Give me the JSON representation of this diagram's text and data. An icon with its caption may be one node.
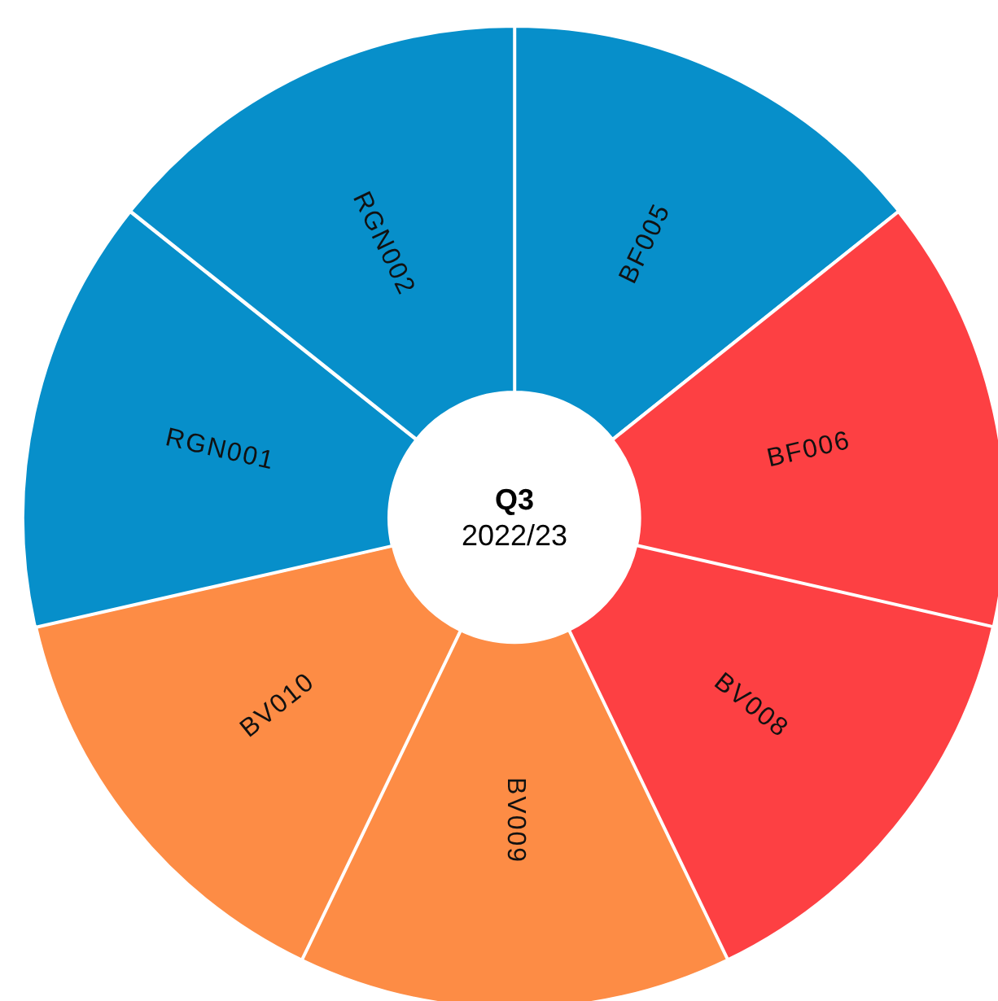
{
  "diagram": {
    "nodes": [
      {
        "text": [
          "Q3",
          "2022/23"
        ]
      },
      {
        "text": [
          "BF005"
        ]
      },
      {
        "text": [
          "BF006"
        ]
      },
      {
        "text": [
          "BV008"
        ]
      },
      {
        "text": [
          "BV009"
        ]
      },
      {
        "text": [
          "BV010"
        ]
      },
      {
        "text": [
          "RGN001"
        ]
      },
      {
        "text": [
          "RGN002"
        ]
      }
    ]
  }
}
